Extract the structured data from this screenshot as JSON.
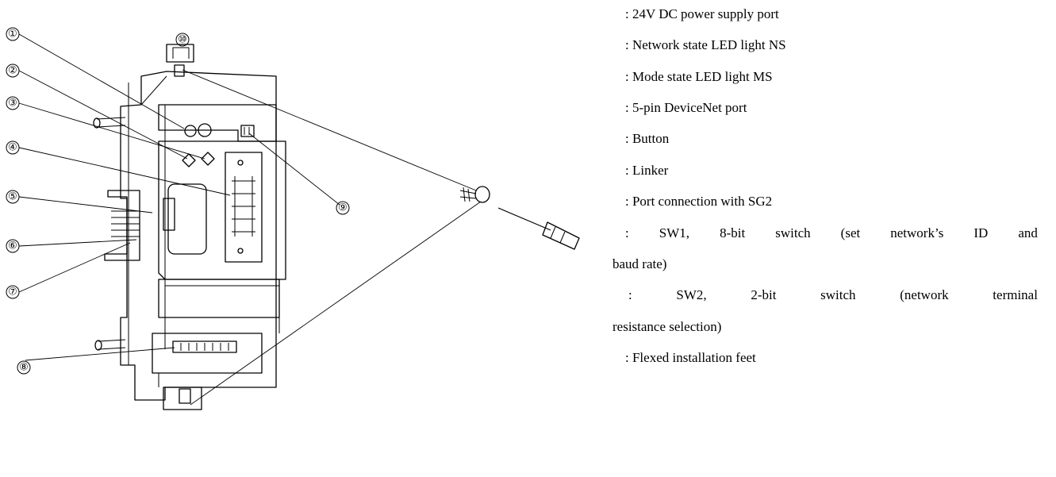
{
  "diagram": {
    "callouts": [
      {
        "label": "①",
        "target": "led-light-1"
      },
      {
        "label": "②",
        "target": "led-light-2"
      },
      {
        "label": "③",
        "target": "led-light-3"
      },
      {
        "label": "④",
        "target": "devicenet-port"
      },
      {
        "label": "⑤",
        "target": "linker-tab"
      },
      {
        "label": "⑥",
        "target": "linker-slot-upper"
      },
      {
        "label": "⑦",
        "target": "linker-slot-lower"
      },
      {
        "label": "⑧",
        "target": "dip-switch-sw1"
      },
      {
        "label": "⑨",
        "target": "dip-switch-sw2"
      },
      {
        "label": "⑩",
        "target": "installation-foot"
      }
    ]
  },
  "legend": {
    "items": [
      ": 24V DC power supply port",
      ": Network state LED light NS",
      ": Mode state LED light MS",
      ": 5-pin DeviceNet port",
      ": Button",
      ": Linker",
      ": Port connection with SG2"
    ],
    "item8": {
      "line1_words": [
        ":",
        "SW1,",
        "8-bit",
        "switch",
        "(set",
        "network’s",
        "ID",
        "and"
      ],
      "line2": "baud rate)"
    },
    "item9": {
      "line1_words": [
        ":",
        "SW2,",
        "2-bit",
        "switch",
        "(network",
        "terminal"
      ],
      "line2": "resistance selection)"
    },
    "item10": ": Flexed installation feet"
  }
}
